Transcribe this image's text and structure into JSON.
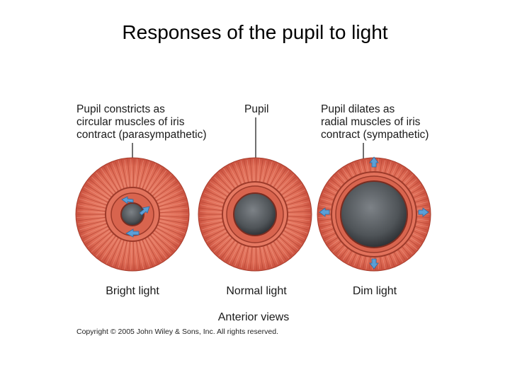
{
  "title": "Responses of the pupil to light",
  "labels": {
    "left": [
      "Pupil constricts as",
      "circular muscles of iris",
      "contract (parasympathetic)"
    ],
    "center": [
      "Pupil"
    ],
    "right": [
      "Pupil dilates as",
      "radial muscles of iris",
      "contract (sympathetic)"
    ]
  },
  "captions": {
    "bright": "Bright light",
    "normal": "Normal light",
    "dim": "Dim light"
  },
  "subcaption": "Anterior views",
  "copyright": "Copyright © 2005 John Wiley & Sons, Inc.  All rights reserved.",
  "colors": {
    "iris": "#e0705a",
    "iris_dark": "#b5412f",
    "pupil": "#5c6166",
    "arrow": "#5b9fd6"
  }
}
